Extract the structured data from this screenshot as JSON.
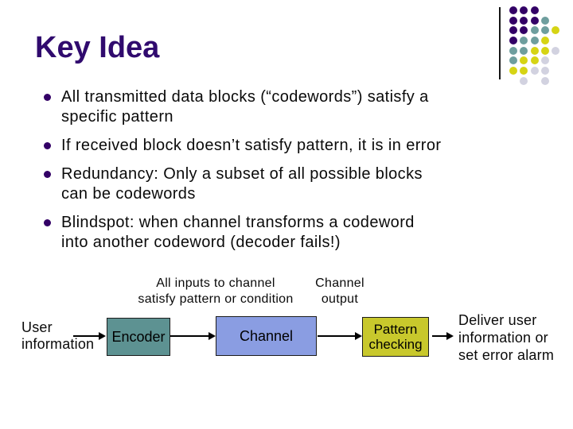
{
  "slide": {
    "title": "Key Idea",
    "bullets": [
      {
        "lines": [
          "All transmitted data blocks (“codewords”) satisfy a",
          "specific pattern"
        ]
      },
      {
        "lines": [
          "If received block doesn’t satisfy pattern, it is in error"
        ]
      },
      {
        "lines": [
          "Redundancy:  Only a subset of all possible blocks",
          "can be codewords"
        ]
      },
      {
        "lines": [
          "Blindspot:  when channel transforms a codeword",
          "into another codeword (decoder fails!)"
        ]
      }
    ]
  },
  "diagram": {
    "input_annotation_lines": [
      "All inputs to channel",
      "satisfy pattern or condition"
    ],
    "output_annotation_lines": [
      "Channel",
      "output"
    ],
    "user_info_lines": [
      "User",
      "information"
    ],
    "encoder_label": "Encoder",
    "channel_label": "Channel",
    "pattern_checking_lines": [
      "Pattern",
      "checking"
    ],
    "deliver_lines": [
      "Deliver user",
      "information or",
      "set error alarm"
    ]
  },
  "colors": {
    "title": "#300a6e",
    "text": "#0a0a0a",
    "bullet_marker": "#330066",
    "box_border": "#1c1c1c",
    "encoder_fill": "#5d9292",
    "channel_fill": "#8a9de2",
    "pattern_fill": "#c8c82c",
    "dot_purple": "#330066",
    "dot_teal": "#6e9e9e",
    "dot_yellow": "#d6d414",
    "dot_gray": "#d2d2e0"
  },
  "decoration": {
    "dot_matrix": [
      "PPP..",
      "PPPT.",
      "PPTTY",
      "PTTY.",
      "TTYYG",
      "TYYG.",
      "YYGG.",
      ".G.G."
    ],
    "dot_color_map": {
      "P": "dot_purple",
      "T": "dot_teal",
      "Y": "dot_yellow",
      "G": "dot_gray"
    }
  }
}
